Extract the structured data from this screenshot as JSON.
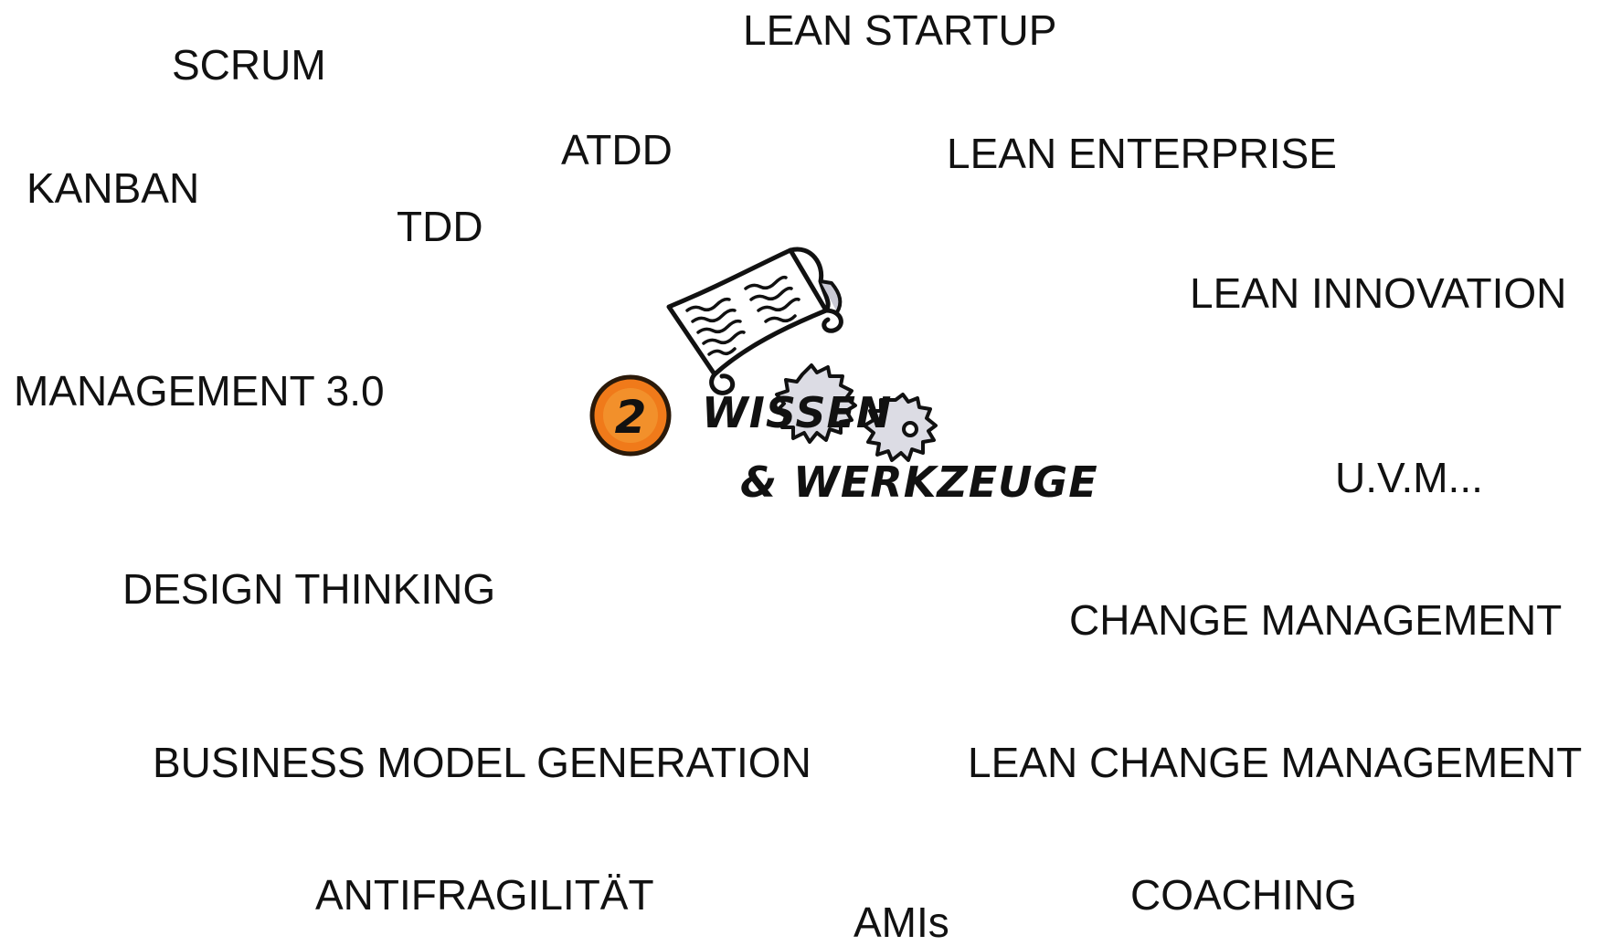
{
  "terms": {
    "scrum": "SCRUM",
    "lean_startup": "LEAN STARTUP",
    "atdd": "ATDD",
    "lean_enterprise": "LEAN ENTERPRISE",
    "kanban": "KANBAN",
    "tdd": "TDD",
    "lean_innovation": "LEAN INNOVATION",
    "management_30": "MANAGEMENT 3.0",
    "uvm": "U.V.M...",
    "design_thinking": "DESIGN THINKING",
    "change_management": "CHANGE MANAGEMENT",
    "business_model_generation": "BUSINESS MODEL GENERATION",
    "lean_change_management": "LEAN CHANGE MANAGEMENT",
    "antifragilitat": "ANTIFRAGILITÄT",
    "coaching": "COACHING",
    "amis": "AMIs"
  },
  "center": {
    "badge_number": "2",
    "title_line1": "WISSEN",
    "title_line2": "& WERKZEUGE",
    "icons": [
      "scroll-icon",
      "gears-icon"
    ]
  },
  "colors": {
    "text": "#111111",
    "badge_fill": "#f07a1a",
    "badge_inner": "#f4a33a",
    "background": "#ffffff"
  }
}
